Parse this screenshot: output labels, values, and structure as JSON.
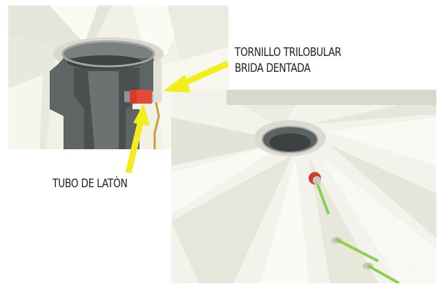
{
  "labels": {
    "screw": "TORNILLO TRILOBULAR",
    "flange": "BRIDA DENTADA",
    "tube": "TUBO DE LATÒN"
  },
  "colors": {
    "arrow": "#f2ee1a",
    "rendering_bg": "#f4f3ea",
    "dark_part": "#5f6465",
    "flange_red": "#d63a2a",
    "wire_green": "#8ccf4a",
    "brass": "#c99a3e"
  }
}
